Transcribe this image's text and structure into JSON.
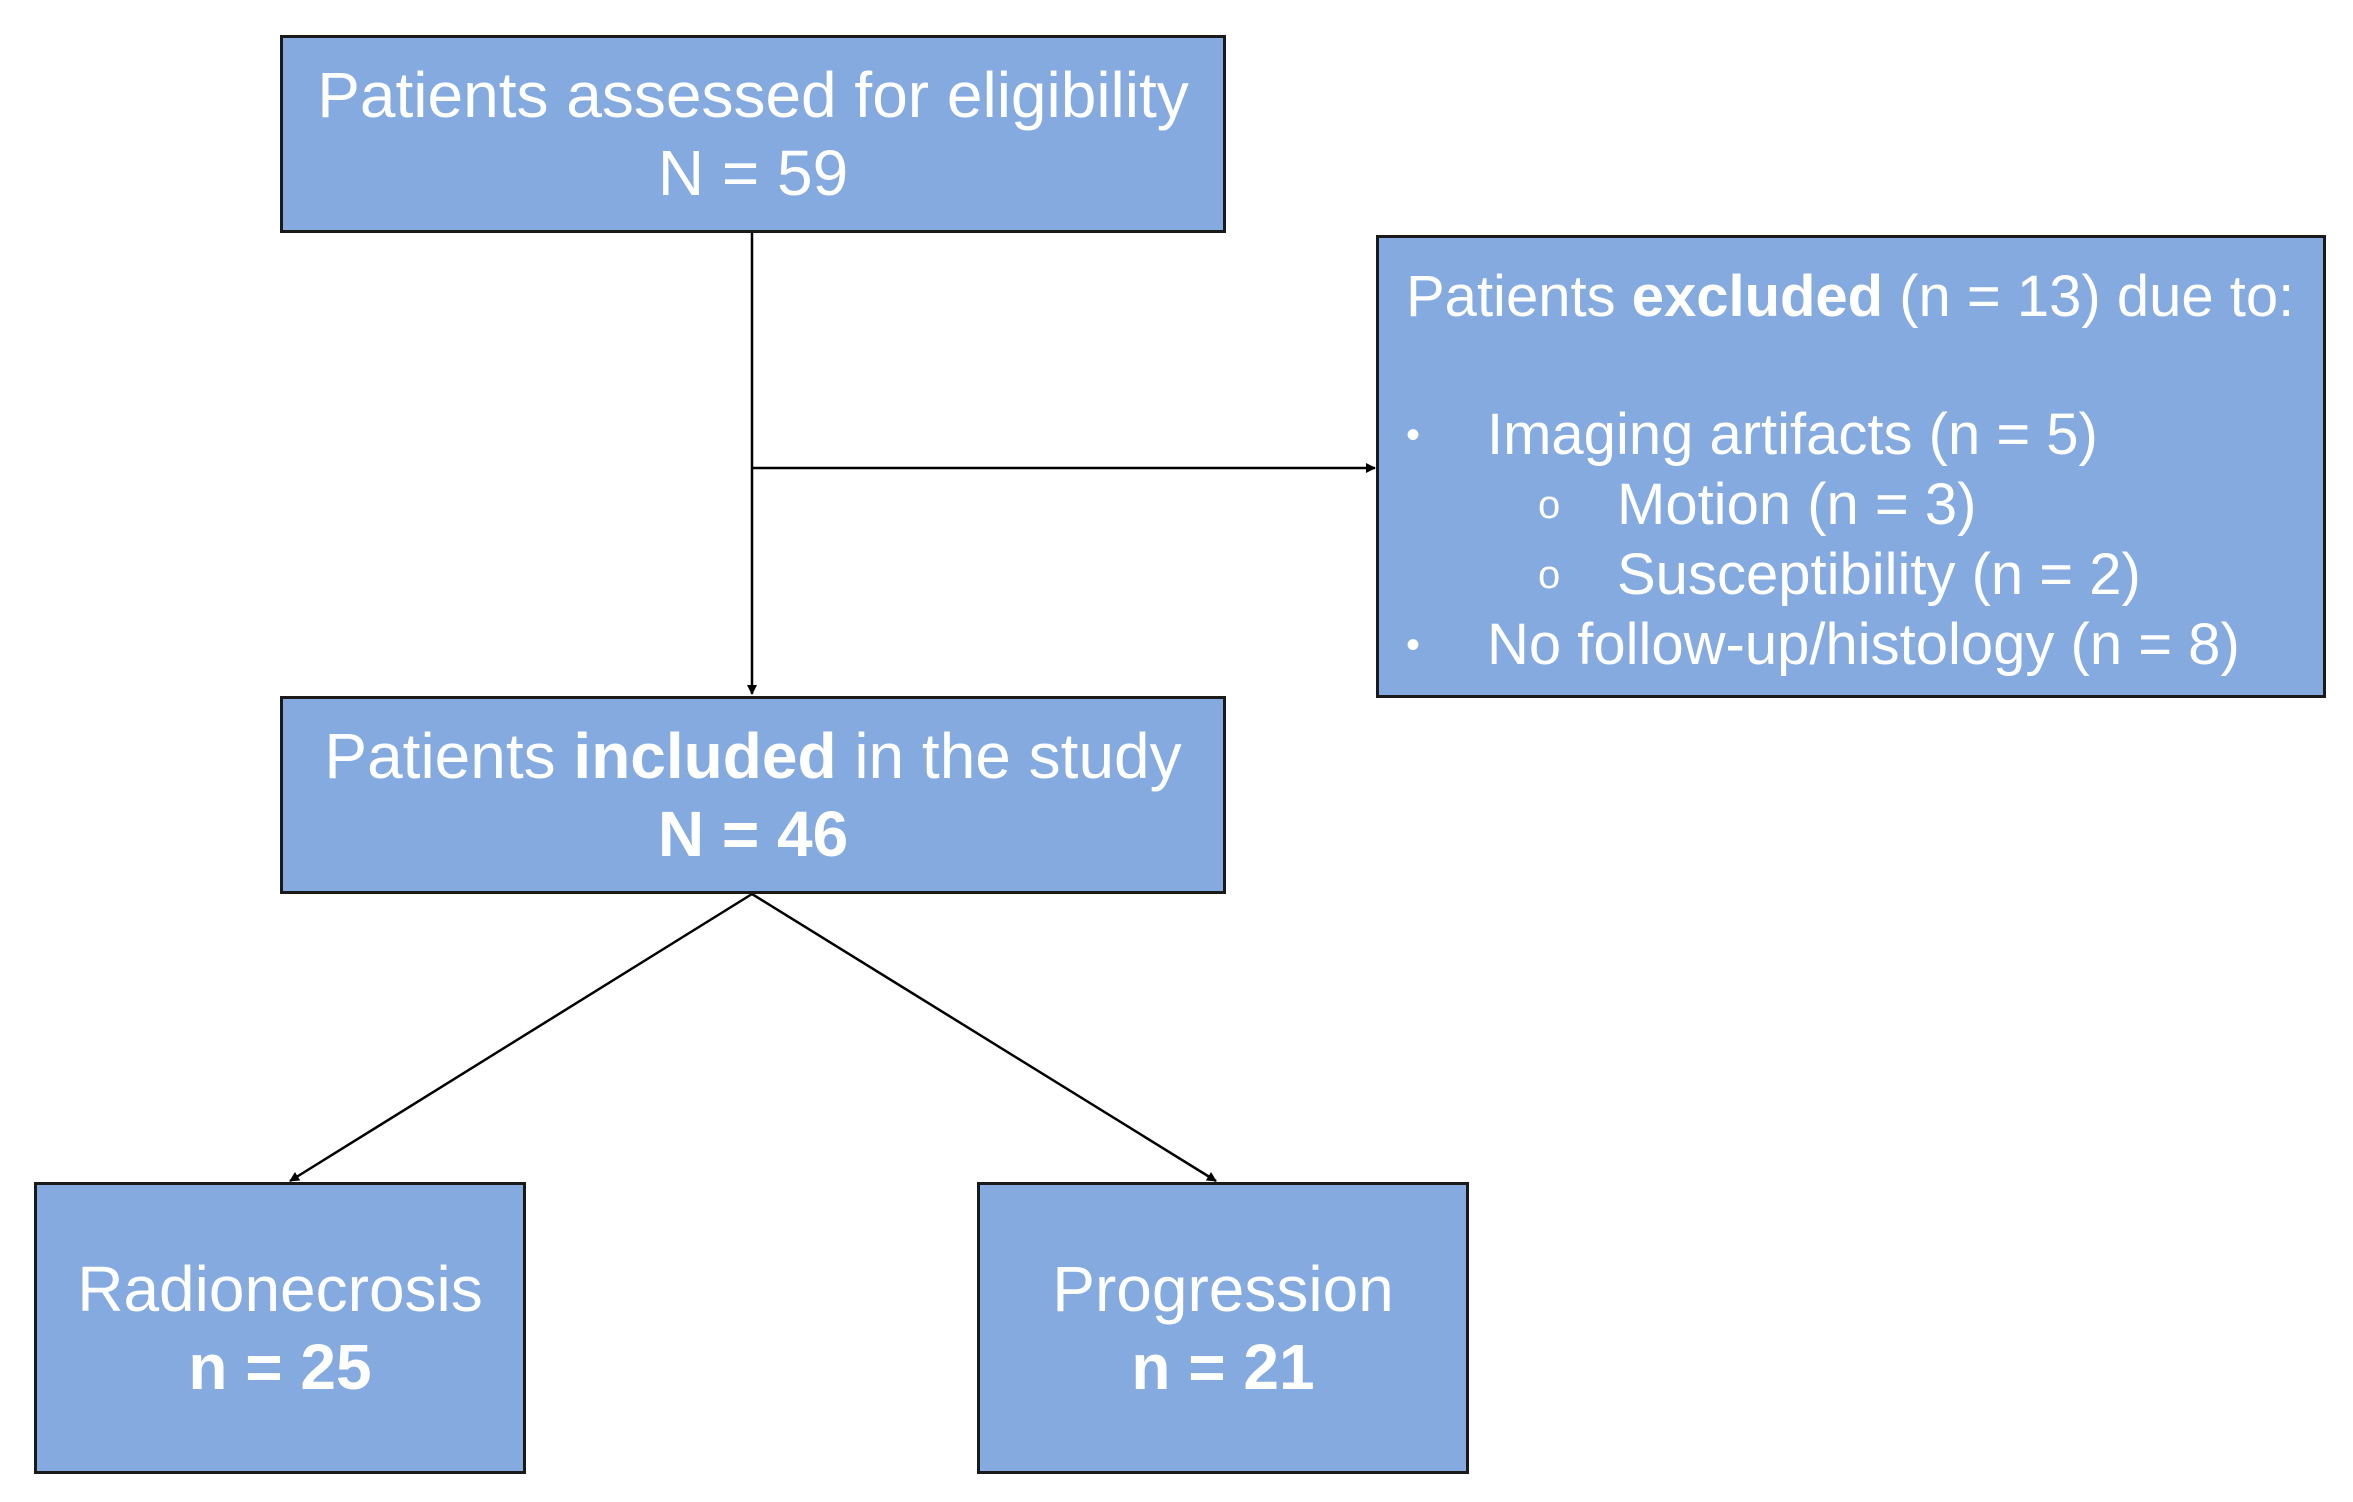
{
  "eligibility": {
    "line1": "Patients assessed for eligibility",
    "line2": "N = 59"
  },
  "excluded": {
    "title_pre": "Patients ",
    "title_bold": "excluded",
    "title_post": " (n = 13) due to:",
    "items": [
      {
        "marker": "•",
        "text": "Imaging artifacts (n = 5)"
      },
      {
        "marker": "o",
        "text": "Motion (n = 3)"
      },
      {
        "marker": "o",
        "text": "Susceptibility (n = 2)"
      },
      {
        "marker": "•",
        "text": "No follow-up/histology (n = 8)"
      }
    ]
  },
  "included": {
    "line1_pre": "Patients ",
    "line1_bold": "included",
    "line1_post": " in the study",
    "line2": "N = 46"
  },
  "radionecrosis": {
    "label": "Radionecrosis",
    "count": "n = 25"
  },
  "progression": {
    "label": "Progression",
    "count": "n = 21"
  },
  "colors": {
    "box_fill": "#84aadf",
    "box_border": "#1a1a1a",
    "text": "#ffffff",
    "arrow": "#000000"
  }
}
